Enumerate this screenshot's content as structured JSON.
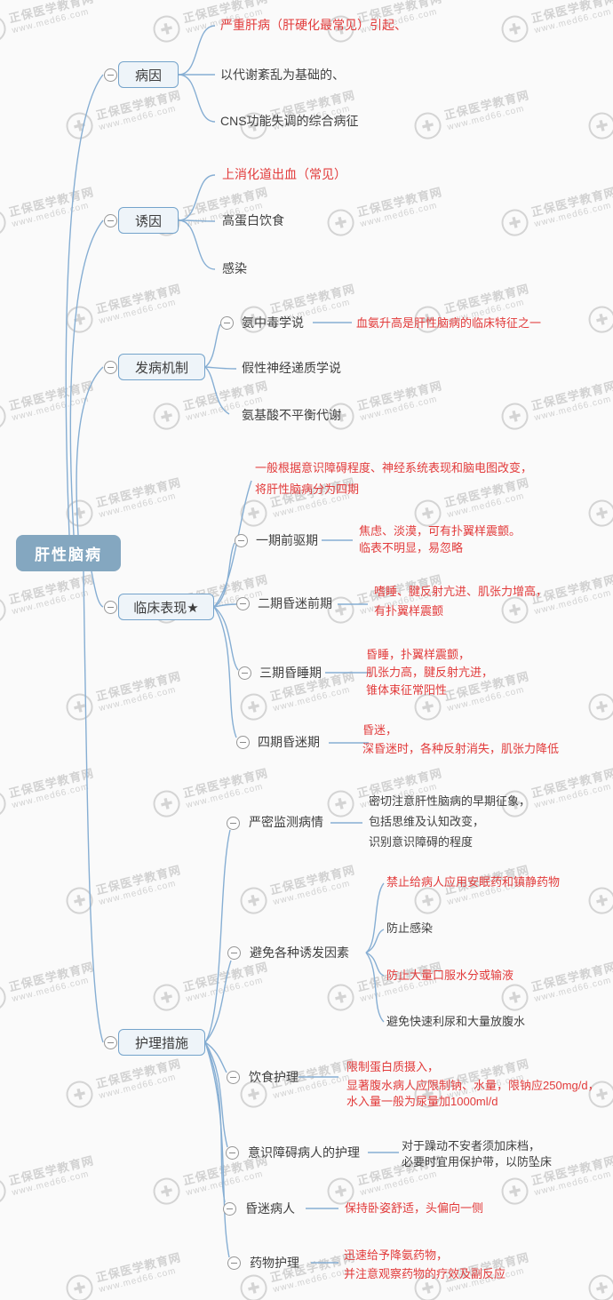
{
  "watermark": {
    "name": "正保医学教育网",
    "site": "www.med66.com"
  },
  "root": {
    "label": "肝性脑病"
  },
  "branches": [
    {
      "label": "病因",
      "leaves": [
        "严重肝病（肝硬化最常见）引起、",
        "以代谢紊乱为基础的、",
        "CNS功能失调的综合病征"
      ]
    },
    {
      "label": "诱因",
      "leaves": [
        "上消化道出血（常见）",
        "高蛋白饮食",
        "感染"
      ]
    },
    {
      "label": "发病机制",
      "leaves": [
        "氨中毒学说",
        "假性神经递质学说",
        "氨基酸不平衡代谢"
      ],
      "note": "血氨升高是肝性脑病的临床特征之一"
    },
    {
      "label": "临床表现★",
      "note_lines": [
        "一般根据意识障碍程度、神经系统表现和脑电图改变，",
        "将肝性脑病分为四期"
      ],
      "stages": [
        {
          "label": "一期前驱期",
          "detail_lines": [
            "焦虑、淡漠，可有扑翼样震颤。",
            "临表不明显，易忽略"
          ]
        },
        {
          "label": "二期昏迷前期",
          "detail_lines": [
            "嗜睡、腱反射亢进、肌张力增高，",
            "有扑翼样震颤"
          ]
        },
        {
          "label": "三期昏睡期",
          "detail_lines": [
            "昏睡，扑翼样震颤，",
            "肌张力高，腱反射亢进，",
            "锥体束征常阳性"
          ]
        },
        {
          "label": "四期昏迷期",
          "detail_lines": [
            "昏迷，",
            "深昏迷时，各种反射消失，肌张力降低"
          ]
        }
      ]
    },
    {
      "label": "护理措施",
      "items": [
        {
          "label": "严密监测病情",
          "detail_lines": [
            "密切注意肝性脑病的早期征象，",
            "包括思维及认知改变，",
            "识别意识障碍的程度"
          ]
        },
        {
          "label": "避免各种诱发因素",
          "subleaves": [
            "禁止给病人应用安眠药和镇静药物",
            "防止感染",
            "防止大量口服水分或输液",
            "避免快速利尿和大量放腹水"
          ]
        },
        {
          "label": "饮食护理",
          "detail_lines": [
            "限制蛋白质摄入，",
            "显著腹水病人应限制钠、水量，限钠应250mg/d，",
            "水入量一般为尿量加1000ml/d"
          ]
        },
        {
          "label": "意识障碍病人的护理",
          "detail_lines": [
            "对于躁动不安者须加床档，",
            "必要时宜用保护带，以防坠床"
          ]
        },
        {
          "label": "昏迷病人",
          "detail_lines": [
            "保持卧姿舒适，头偏向一侧"
          ]
        },
        {
          "label": "药物护理",
          "detail_lines": [
            "迅速给予降氨药物，",
            "并注意观察药物的疗效及副反应"
          ]
        }
      ]
    }
  ],
  "colors": {
    "red": "#e23b3b",
    "text": "#3f3f3f",
    "edge": "#86aed3",
    "node_border": "#74a3cb",
    "node_fill": "#eef4f9",
    "root_fill": "#84a7c0",
    "watermark": "#d2d2d2"
  }
}
